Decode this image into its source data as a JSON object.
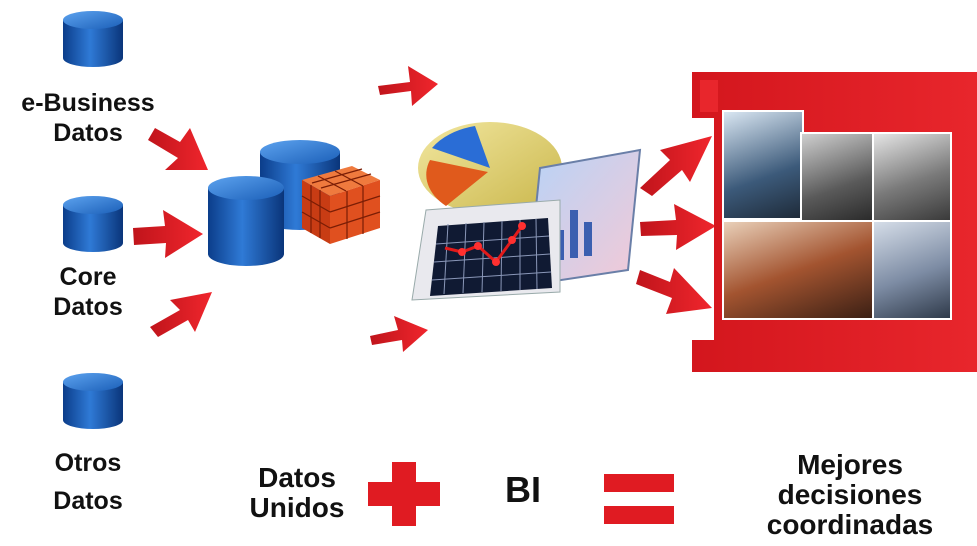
{
  "sources": [
    {
      "line1": "e-Business",
      "line2": "Datos",
      "icon": "database-icon"
    },
    {
      "line1": "Core",
      "line2": "Datos",
      "icon": "database-icon"
    },
    {
      "line1": "Otros",
      "line2": "Datos",
      "icon": "database-icon"
    }
  ],
  "equation": {
    "term1_line1": "Datos",
    "term1_line2": "Unidos",
    "plus_icon": "plus-icon",
    "term2": "BI",
    "equals_icon": "equals-icon",
    "result_line1": "Mejores",
    "result_line2": "decisiones",
    "result_line3": "coordinadas"
  },
  "colors": {
    "accent_red": "#e01b22",
    "database_blue": "#1a5fb4",
    "cube_orange": "#d9471c"
  }
}
